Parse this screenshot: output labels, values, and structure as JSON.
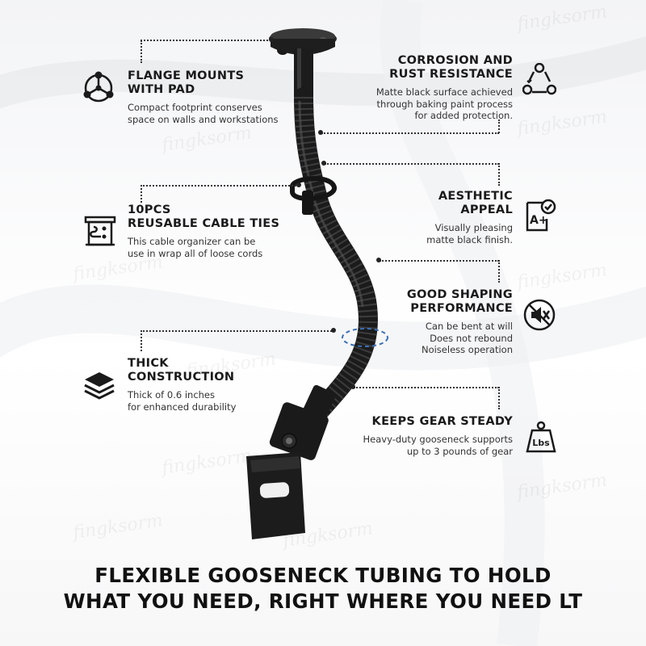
{
  "watermark": "fingksorm",
  "features": {
    "flange": {
      "title_line1": "FLANGE MOUNTS",
      "title_line2": "WITH PAD",
      "desc_line1": "Compact footprint conserves",
      "desc_line2": "space on walls and workstations",
      "icon": "molecule-icon"
    },
    "corrosion": {
      "title_line1": "CORROSION AND",
      "title_line2": "RUST RESISTANCE",
      "desc_line1": "Matte black surface achieved",
      "desc_line2": "through baking paint process",
      "desc_line3": "for added protection.",
      "icon": "cycle-icon"
    },
    "cable_ties": {
      "title_line1": "10PCS",
      "title_line2": "REUSABLE CABLE TIES",
      "desc_line1": "This cable organizer can be",
      "desc_line2": "use in wrap all of loose cords",
      "icon": "cable-organizer-icon"
    },
    "aesthetic": {
      "title_line1": "AESTHETIC",
      "title_line2": "APPEAL",
      "desc_line1": "Visually pleasing",
      "desc_line2": "matte black finish.",
      "icon": "grade-check-icon",
      "icon_text": "A+"
    },
    "shaping": {
      "title_line1": "GOOD SHAPING",
      "title_line2": "PERFORMANCE",
      "desc_line1": "Can be bent at will",
      "desc_line2": "Does not rebound",
      "desc_line3": "Noiseless operation",
      "icon": "mute-icon"
    },
    "thick": {
      "title_line1": "THICK",
      "title_line2": "CONSTRUCTION",
      "desc_line1": "Thick of 0.6 inches",
      "desc_line2": "for enhanced durability",
      "icon": "layers-icon"
    },
    "steady": {
      "title_line1": "KEEPS GEAR STEADY",
      "desc_line1": "Heavy-duty gooseneck supports",
      "desc_line2": "up to 3 pounds of gear",
      "icon": "weight-icon",
      "icon_text": "Lbs"
    }
  },
  "headline": {
    "line1": "FLEXIBLE GOOSENECK TUBING TO HOLD",
    "line2": "WHAT YOU NEED, RIGHT WHERE YOU NEED LT"
  },
  "colors": {
    "text": "#1a1a1a",
    "product": "#1b1b1b",
    "accent_ring": "#3b6fb5"
  }
}
